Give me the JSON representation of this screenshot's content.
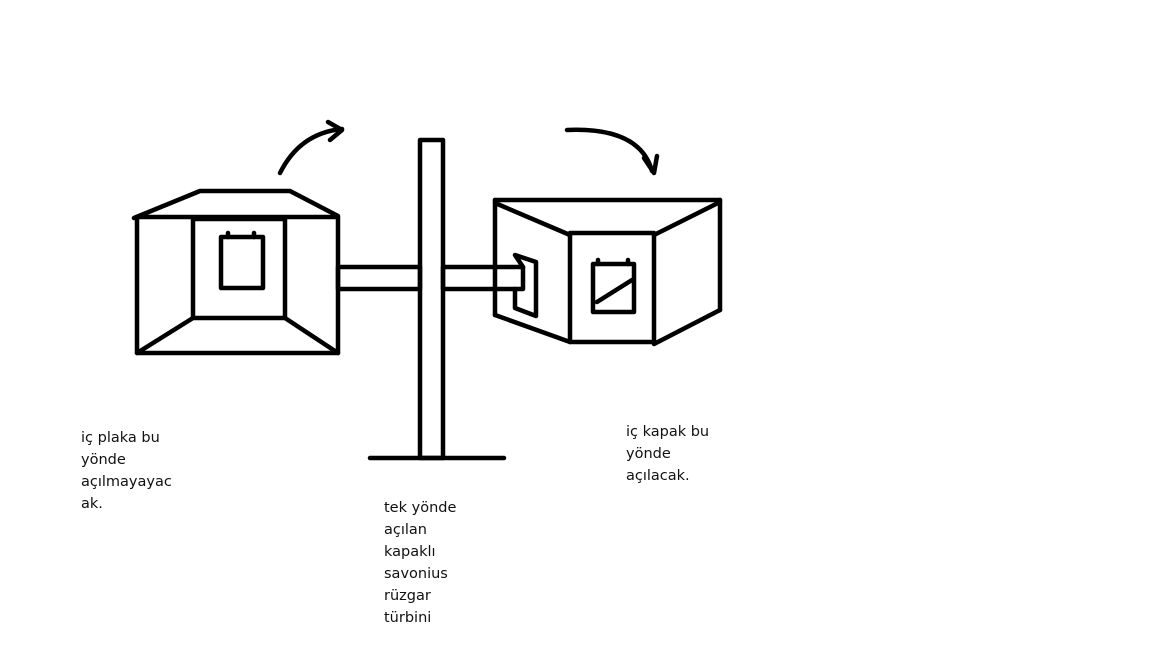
{
  "labels": {
    "left": "iç plaka bu\nyönde\naçılmayayac\nak.",
    "center": "tek yönde\naçılan\nkapaklı\nsavonius\nrüzgar\ntürbini",
    "right": "iç kapak bu\nyönde\naçılacak."
  },
  "colors": {
    "ink": "#000000",
    "background": "#ffffff"
  }
}
